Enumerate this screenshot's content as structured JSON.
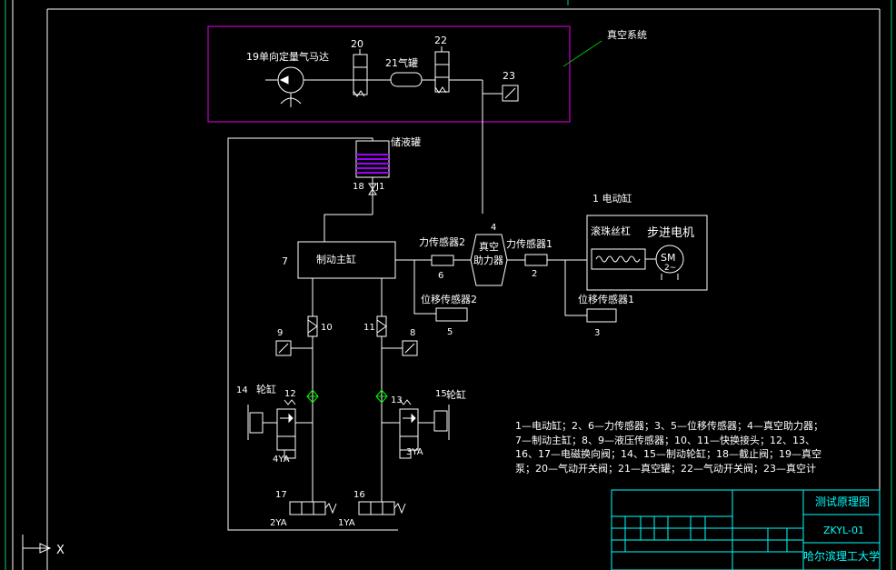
{
  "diagram": {
    "labels": {
      "vacuum_system": "真空系统",
      "vacuum_motor": "19单向定量气马达",
      "n20": "20",
      "tank21": "21气罐",
      "n22": "22",
      "n23": "23",
      "reservoir": "储液罐",
      "valve18": "18",
      "j1": "J1",
      "n4": "4",
      "booster": "真空",
      "booster2": "助力器",
      "actuator_title": "1 电动缸",
      "ball_screw": "滚珠丝杠",
      "stepper": "步进电机",
      "sm": "SM",
      "sm2": "2~",
      "n7": "7",
      "master_cyl": "制动主缸",
      "force2": "力传感器2",
      "n6": "6",
      "force1": "力传感器1",
      "n2": "2",
      "disp2": "位移传感器2",
      "n5": "5",
      "disp1": "位移传感器1",
      "n3": "3",
      "n9": "9",
      "n10": "10",
      "n11": "11",
      "n8": "8",
      "n14": "14",
      "wheel_left": "轮缸",
      "n12": "12",
      "n13": "13",
      "n15": "15",
      "wheel_right": "轮缸",
      "ya4": "4YA",
      "ya3": "3YA",
      "n17": "17",
      "n16": "16",
      "ya2": "2YA",
      "ya1": "1YA",
      "axis_x": "X"
    },
    "legend": "1—电动缸；2、6—力传感器；3、5—位移传感器；4—真空助力器；7—制动主缸；8、9—液压传感器；10、11—快换接头；12、13、16、17—电磁换向阀；14、15—制动轮缸；18—截止阀；19—真空泵；20—气动开关阀；21—真空罐；22—气动开关阀；23—真空计",
    "title_block": {
      "drawing_title": "测试原理图",
      "drawing_code": "ZKYL-01",
      "organization": "哈尔滨理工大学"
    }
  },
  "colors": {
    "background": "#000000",
    "lines": "#ffffff",
    "frame": "#00ffff",
    "vacuum_box": "#c000c0",
    "leader": "#00c000",
    "valve_green": "#00ff00",
    "accent_purple": "#a000ff"
  }
}
